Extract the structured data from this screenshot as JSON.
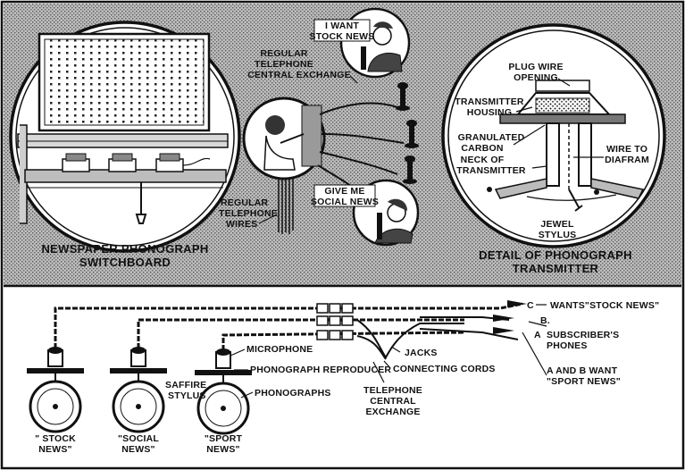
{
  "top_panel": {
    "switchboard": {
      "caption_line1": "NEWSPAPER PHONOGRAPH",
      "caption_line2": "SWITCHBOARD"
    },
    "exchange": {
      "label_line1": "REGULAR",
      "label_line2": "TELEPHONE",
      "label_line3": "CENTRAL EXCHANGE",
      "wires_line1": "REGULAR",
      "wires_line2": "TELEPHONE",
      "wires_line3": "WIRES"
    },
    "callers": {
      "stock_line1": "I WANT",
      "stock_line2": "STOCK NEWS",
      "social_line1": "GIVE ME",
      "social_line2": "SOCIAL NEWS"
    },
    "transmitter_detail": {
      "plug_line1": "PLUG WIRE",
      "plug_line2": "OPENING",
      "housing_line1": "TRANSMITTER",
      "housing_line2": "HOUSING",
      "carbon_line1": "GRANULATED",
      "carbon_line2": "CARBON",
      "neck_line1": "NECK OF",
      "neck_line2": "TRANSMITTER",
      "wire_line1": "WIRE TO",
      "wire_line2": "DIAFRAM",
      "stylus_line1": "JEWEL",
      "stylus_line2": "STYLUS",
      "caption_line1": "DETAIL OF PHONOGRAPH",
      "caption_line2": "TRANSMITTER"
    }
  },
  "bottom_panel": {
    "microphone": "MICROPHONE",
    "reproducer": "PHONOGRAPH REPRODUCER",
    "saffire_line1": "SAFFIRE",
    "saffire_line2": "STYLUS",
    "phonographs": "PHONOGRAPHS",
    "jacks": "JACKS",
    "cords": "CONNECTING CORDS",
    "exchange_line1": "TELEPHONE",
    "exchange_line2": "CENTRAL",
    "exchange_line3": "EXCHANGE",
    "letter_c": "C",
    "wants_stock": "WANTS\"STOCK NEWS\"",
    "letter_b": "B.",
    "subscribers_line1": "SUBSCRIBER'S",
    "subscribers_line2": "PHONES",
    "letter_a": "A",
    "ab_line1": "A AND B WANT",
    "ab_line2": "\"SPORT NEWS\"",
    "record_stock_line1": "\" STOCK",
    "record_stock_line2": "NEWS\"",
    "record_social_line1": "\"SOCIAL",
    "record_social_line2": "NEWS\"",
    "record_sport_line1": "\"SPORT",
    "record_sport_line2": "NEWS\""
  }
}
